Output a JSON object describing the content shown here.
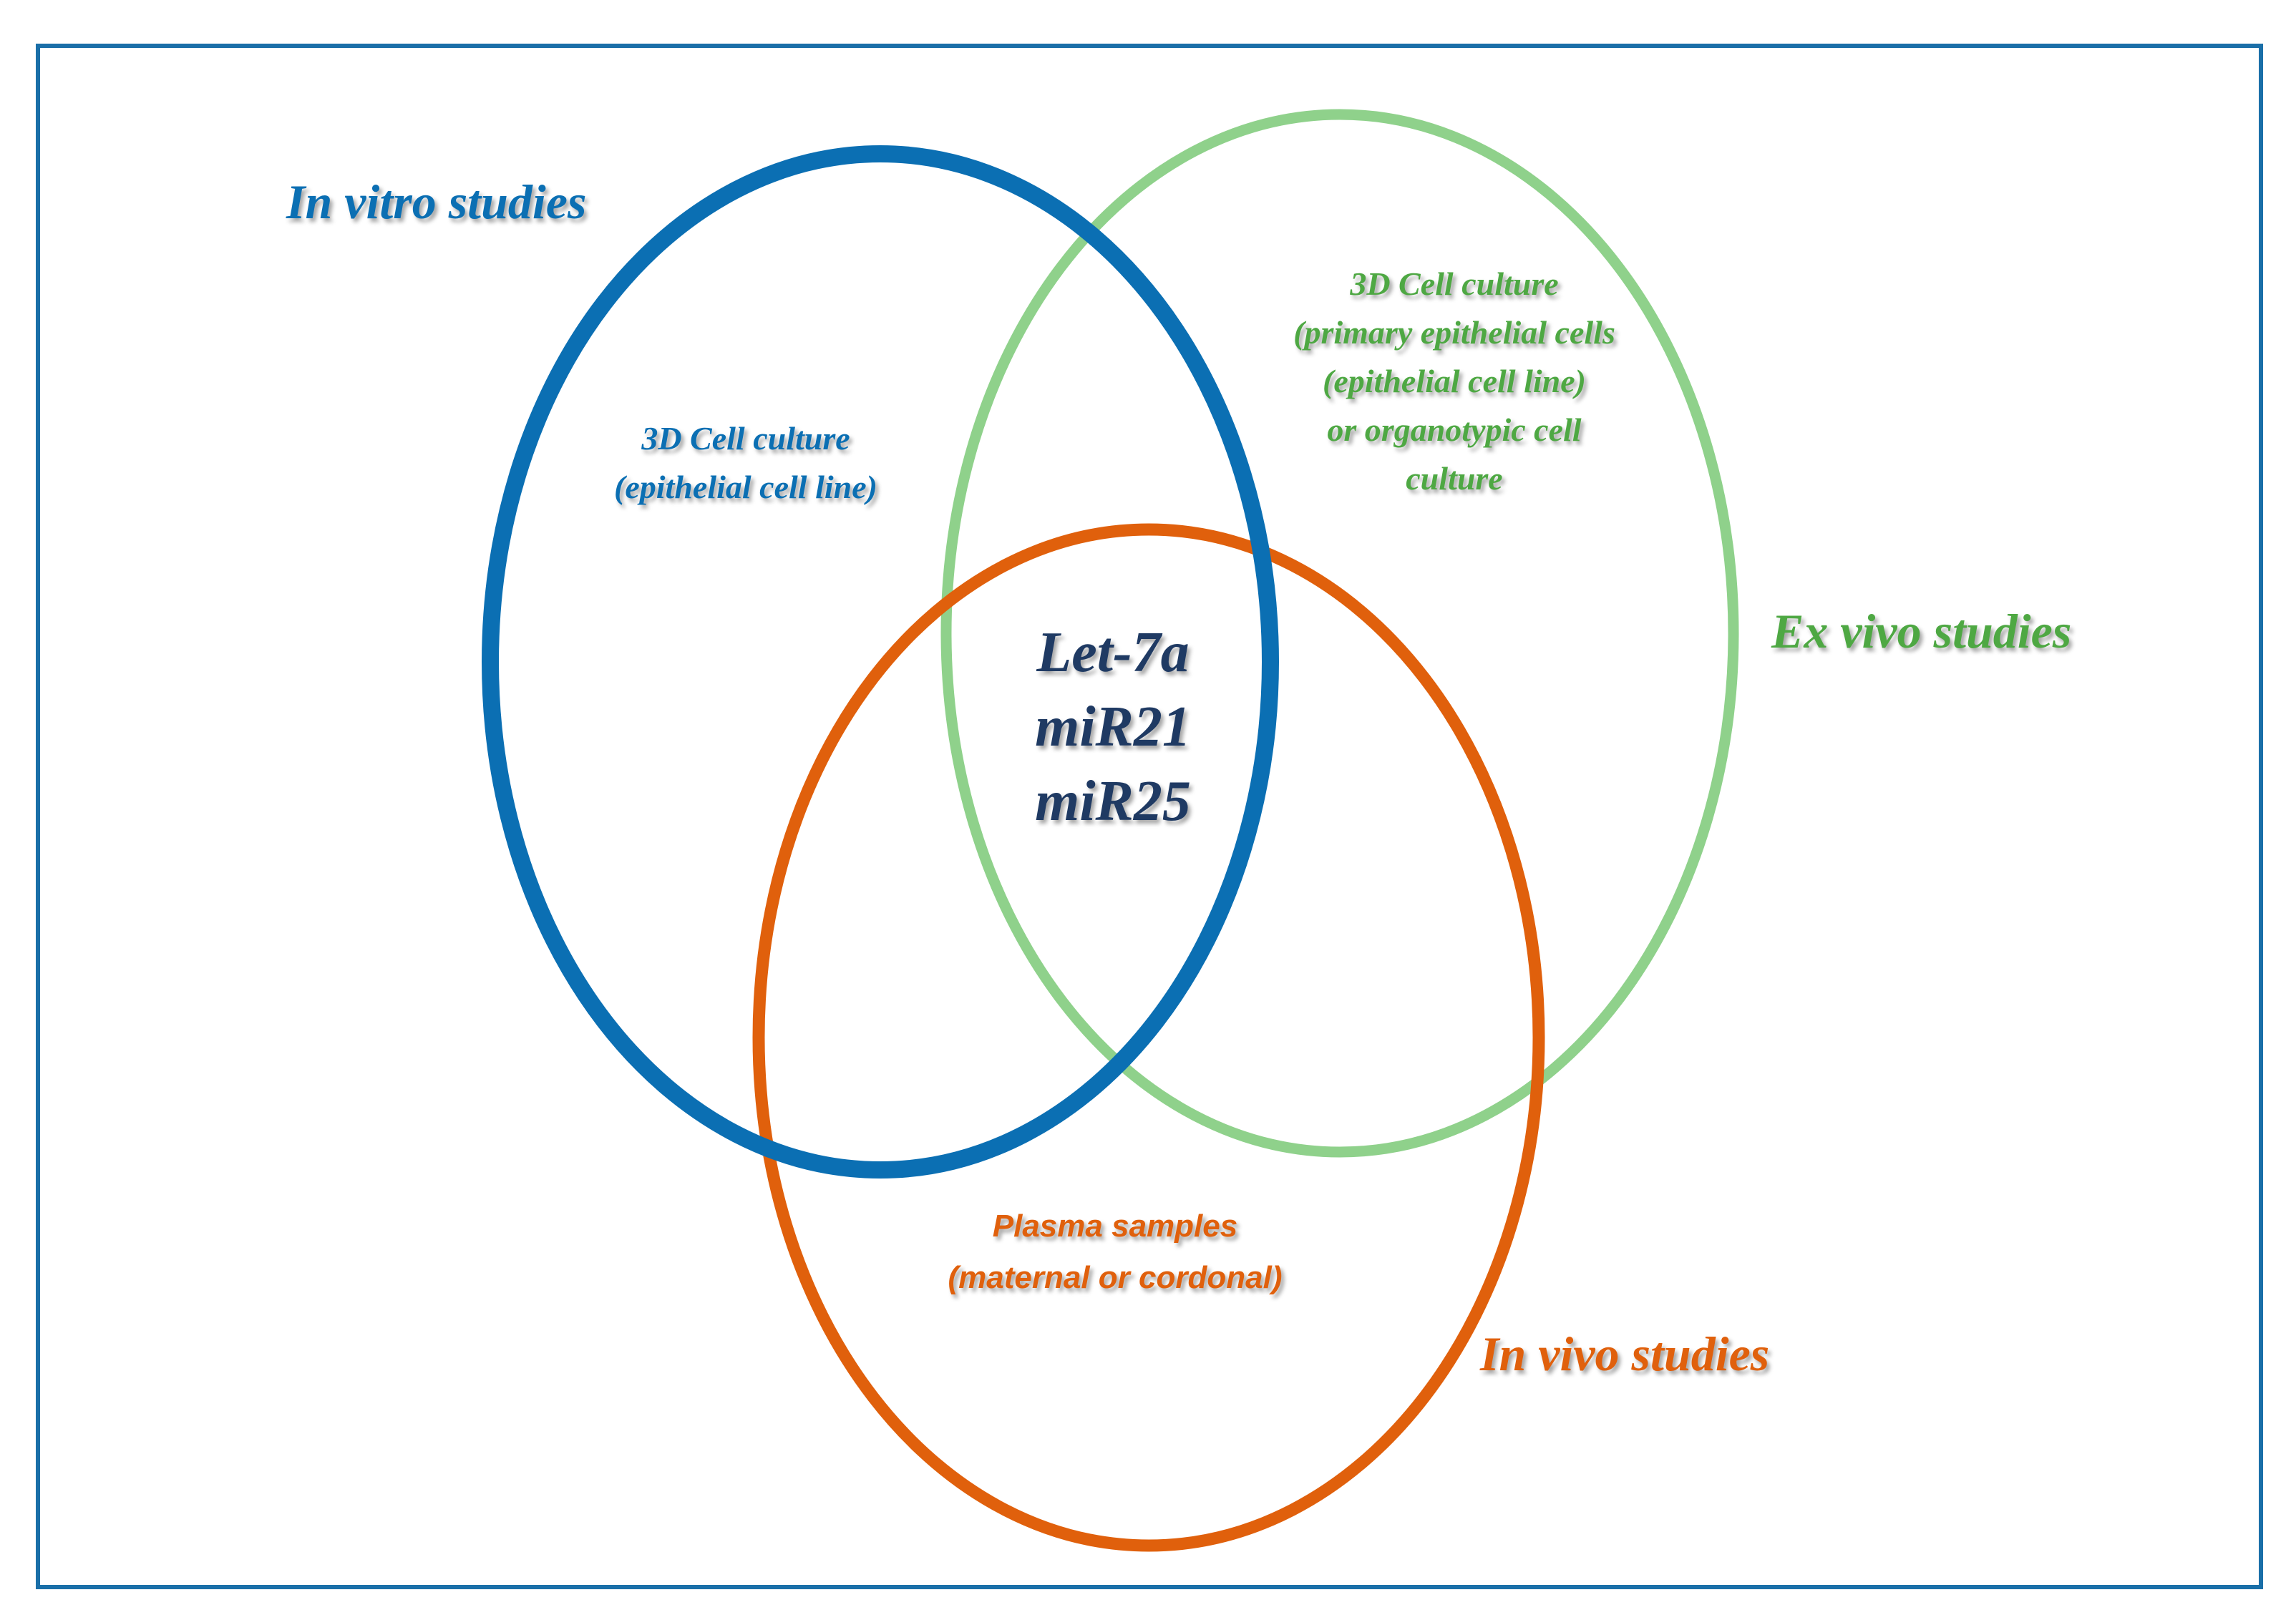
{
  "diagram": {
    "type": "venn",
    "sets": [
      {
        "id": "in_vitro",
        "title": "In vitro studies",
        "lines": [
          "3D Cell culture",
          "(epithelial cell line)"
        ],
        "color": "#0b6fb3"
      },
      {
        "id": "ex_vivo",
        "title": "Ex vivo studies",
        "lines": [
          "3D Cell culture",
          "(primary epithelial cells",
          "(epithelial cell line)",
          "or organotypic cell",
          "culture"
        ],
        "color": "#8fd18b",
        "text_color": "#4ea843"
      },
      {
        "id": "in_vivo",
        "title": "In vivo studies",
        "lines": [
          "Plasma samples",
          "(maternal or cordonal)"
        ],
        "color": "#e0600c"
      }
    ],
    "intersection": {
      "lines": [
        "Let-7a",
        "miR21",
        "miR25"
      ],
      "color": "#1f3a63"
    },
    "frame_color": "#1a6fa8"
  }
}
